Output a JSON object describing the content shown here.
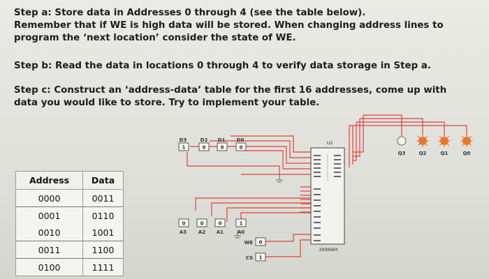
{
  "instructions": {
    "step_a": [
      "Step a:  Store data in Addresses 0 through 4 (see the table below).",
      "Remember that if WE is high data will be stored.  When changing address lines to",
      "program the ‘next location’ consider the state of WE."
    ],
    "step_b": [
      "Step b:  Read the data in locations 0 through 4 to verify data storage in Step a."
    ],
    "step_c": [
      "Step c:  Construct an ‘address-data’ table for the first 16 addresses, come up with",
      "data you would like to store.  Try to implement your table."
    ]
  },
  "table": {
    "headers": [
      "Address",
      "Data"
    ],
    "rows": [
      {
        "address": "0000",
        "data": "0011"
      },
      {
        "address": "0001",
        "data": "0110"
      },
      {
        "address": "0010",
        "data": "1001"
      },
      {
        "address": "0011",
        "data": "1100"
      },
      {
        "address": "0100",
        "data": "1111"
      }
    ]
  },
  "circuit": {
    "chip_name": "U2",
    "chip_type": "2K8RAM",
    "data_inputs": {
      "labels": [
        "D3",
        "D2",
        "D1",
        "D0"
      ],
      "values": [
        "1",
        "0",
        "0",
        "0"
      ]
    },
    "address_inputs": {
      "labels": [
        "A3",
        "A2",
        "A1",
        "A0"
      ],
      "values": [
        "0",
        "0",
        "0",
        "1"
      ]
    },
    "we": {
      "label": "WE",
      "value": "0"
    },
    "cs": {
      "label": "CS",
      "value": "1"
    },
    "outputs": {
      "labels": [
        "Q3",
        "Q2",
        "Q1",
        "Q0"
      ]
    },
    "wire_color": "#e0403a",
    "probe_on_color": "#e8772e"
  }
}
